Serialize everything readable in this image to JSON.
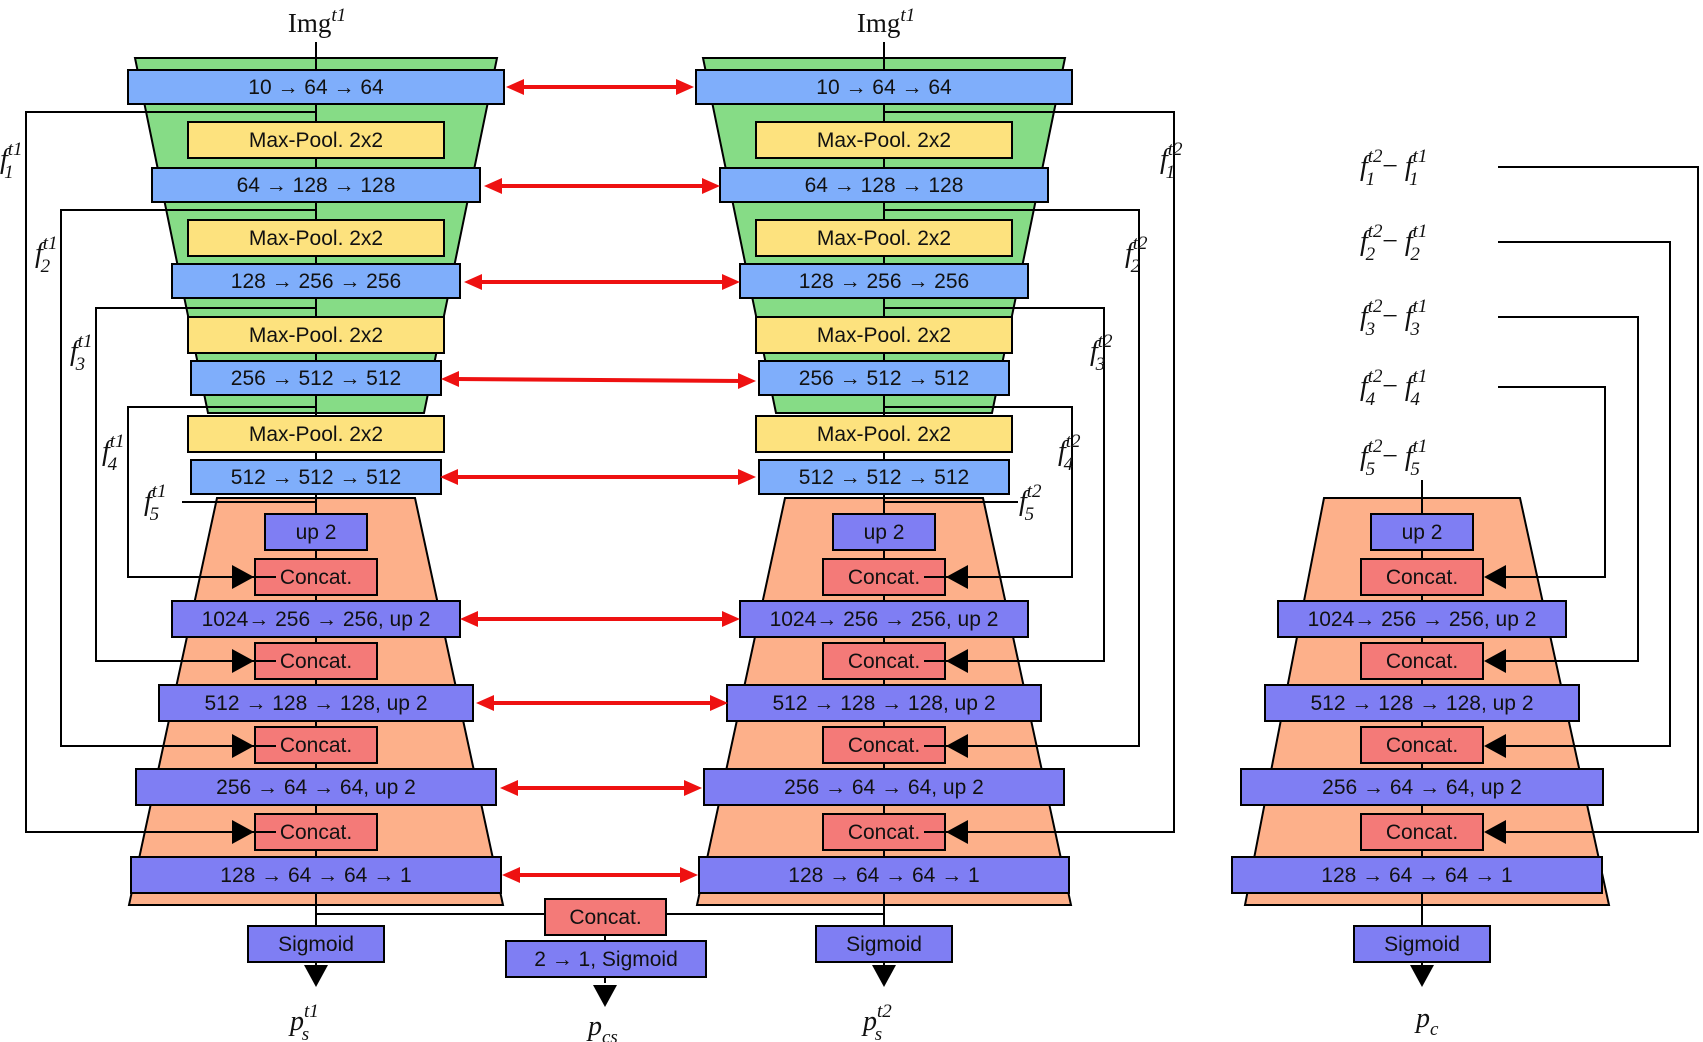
{
  "colors": {
    "encoder_fill": "#86dc86",
    "decoder_fill": "#fdb08a",
    "conv_box": "#7faefb",
    "pool_box": "#fde27e",
    "dec_box": "#7f7ef3",
    "concat_box": "#f47a78",
    "shared_arrow": "#ee1111",
    "line": "#000000"
  },
  "inputs": {
    "left": {
      "base": "Img",
      "sup": "t1"
    },
    "right": {
      "base": "Img",
      "sup": "t1"
    }
  },
  "encoder": {
    "conv": [
      "10 → 64 → 64",
      "64 → 128 → 128",
      "128 → 256 → 256",
      "256 → 512 → 512",
      "512 → 512 → 512"
    ],
    "pool": "Max-Pool. 2x2"
  },
  "decoder": {
    "up": "up 2",
    "concat": "Concat.",
    "layers": [
      "1024→ 256 → 256, up 2",
      "512 → 128 → 128, up 2",
      "256 → 64 → 64, up 2",
      "128 → 64 → 64 → 1"
    ],
    "sigmoid": "Sigmoid"
  },
  "fusion": {
    "concat": "Concat.",
    "layer": "2 → 1, Sigmoid"
  },
  "features_left": [
    {
      "base": "f",
      "sub": "1",
      "sup": "t1"
    },
    {
      "base": "f",
      "sub": "2",
      "sup": "t1"
    },
    {
      "base": "f",
      "sub": "3",
      "sup": "t1"
    },
    {
      "base": "f",
      "sub": "4",
      "sup": "t1"
    },
    {
      "base": "f",
      "sub": "5",
      "sup": "t1"
    }
  ],
  "features_right": [
    {
      "base": "f",
      "sub": "1",
      "sup": "t2"
    },
    {
      "base": "f",
      "sub": "2",
      "sup": "t2"
    },
    {
      "base": "f",
      "sub": "3",
      "sup": "t2"
    },
    {
      "base": "f",
      "sub": "4",
      "sup": "t2"
    },
    {
      "base": "f",
      "sub": "5",
      "sup": "t2"
    }
  ],
  "differences": [
    {
      "a_sub": "1",
      "a_sup": "t2",
      "op": "−",
      "b_sub": "1",
      "b_sup": "t1"
    },
    {
      "a_sub": "2",
      "a_sup": "t2",
      "op": "−",
      "b_sub": "2",
      "b_sup": "t1"
    },
    {
      "a_sub": "3",
      "a_sup": "t2",
      "op": "−",
      "b_sub": "3",
      "b_sup": "t1"
    },
    {
      "a_sub": "4",
      "a_sup": "t2",
      "op": "−",
      "b_sub": "4",
      "b_sup": "t1"
    },
    {
      "a_sub": "5",
      "a_sup": "t2",
      "op": "−",
      "b_sub": "5",
      "b_sup": "t1"
    }
  ],
  "outputs": {
    "left": {
      "base": "p",
      "sub": "s",
      "sup": "t1"
    },
    "middle": {
      "base": "p",
      "sub": "cs"
    },
    "right": {
      "base": "p",
      "sub": "s",
      "sup": "t2"
    },
    "change": {
      "base": "p",
      "sub": "c"
    }
  }
}
